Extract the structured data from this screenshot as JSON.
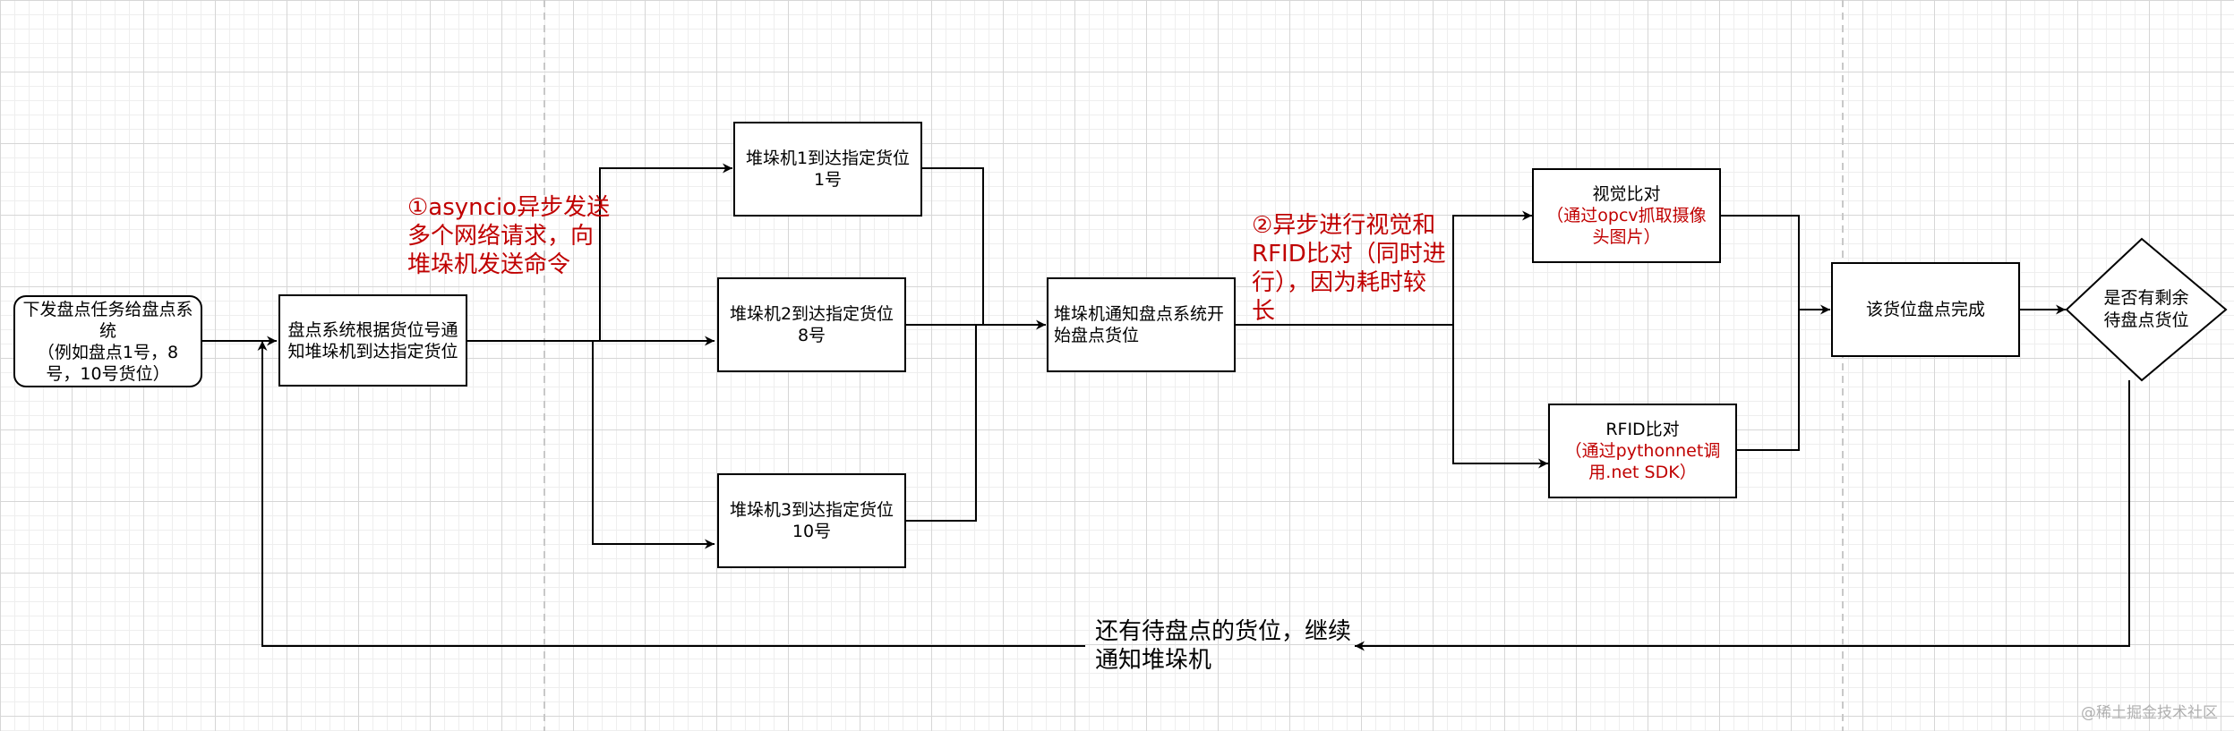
{
  "nodes": {
    "start": "下发盘点任务给盘点系统\n（例如盘点1号，8号，10号货位）",
    "dispatch": "盘点系统根据货位号通知堆垛机到达指定货位",
    "stacker1": "堆垛机1到达指定货位\n1号",
    "stacker2": "堆垛机2到达指定货位\n8号",
    "stacker3": "堆垛机3到达指定货位\n10号",
    "notify": "堆垛机通知盘点系统开始盘点货位",
    "vision_title": "视觉比对",
    "vision_sub": "（通过opcv抓取摄像头图片）",
    "rfid_title": "RFID比对",
    "rfid_sub": "（通过pythonnet调用.net SDK）",
    "done": "该货位盘点完成",
    "decision": "是否有剩余\n待盘点货位"
  },
  "labels": {
    "async1": "①asyncio异步发送\n多个网络请求，向\n堆垛机发送命令",
    "async2": "②异步进行视觉和\nRFID比对（同时进\n行），因为耗时较\n长",
    "loop": "还有待盘点的货位，继续\n通知堆垛机"
  },
  "watermark": "@稀土掘金技术社区",
  "colors": {
    "annotation": "#c00000",
    "line": "#000000"
  }
}
